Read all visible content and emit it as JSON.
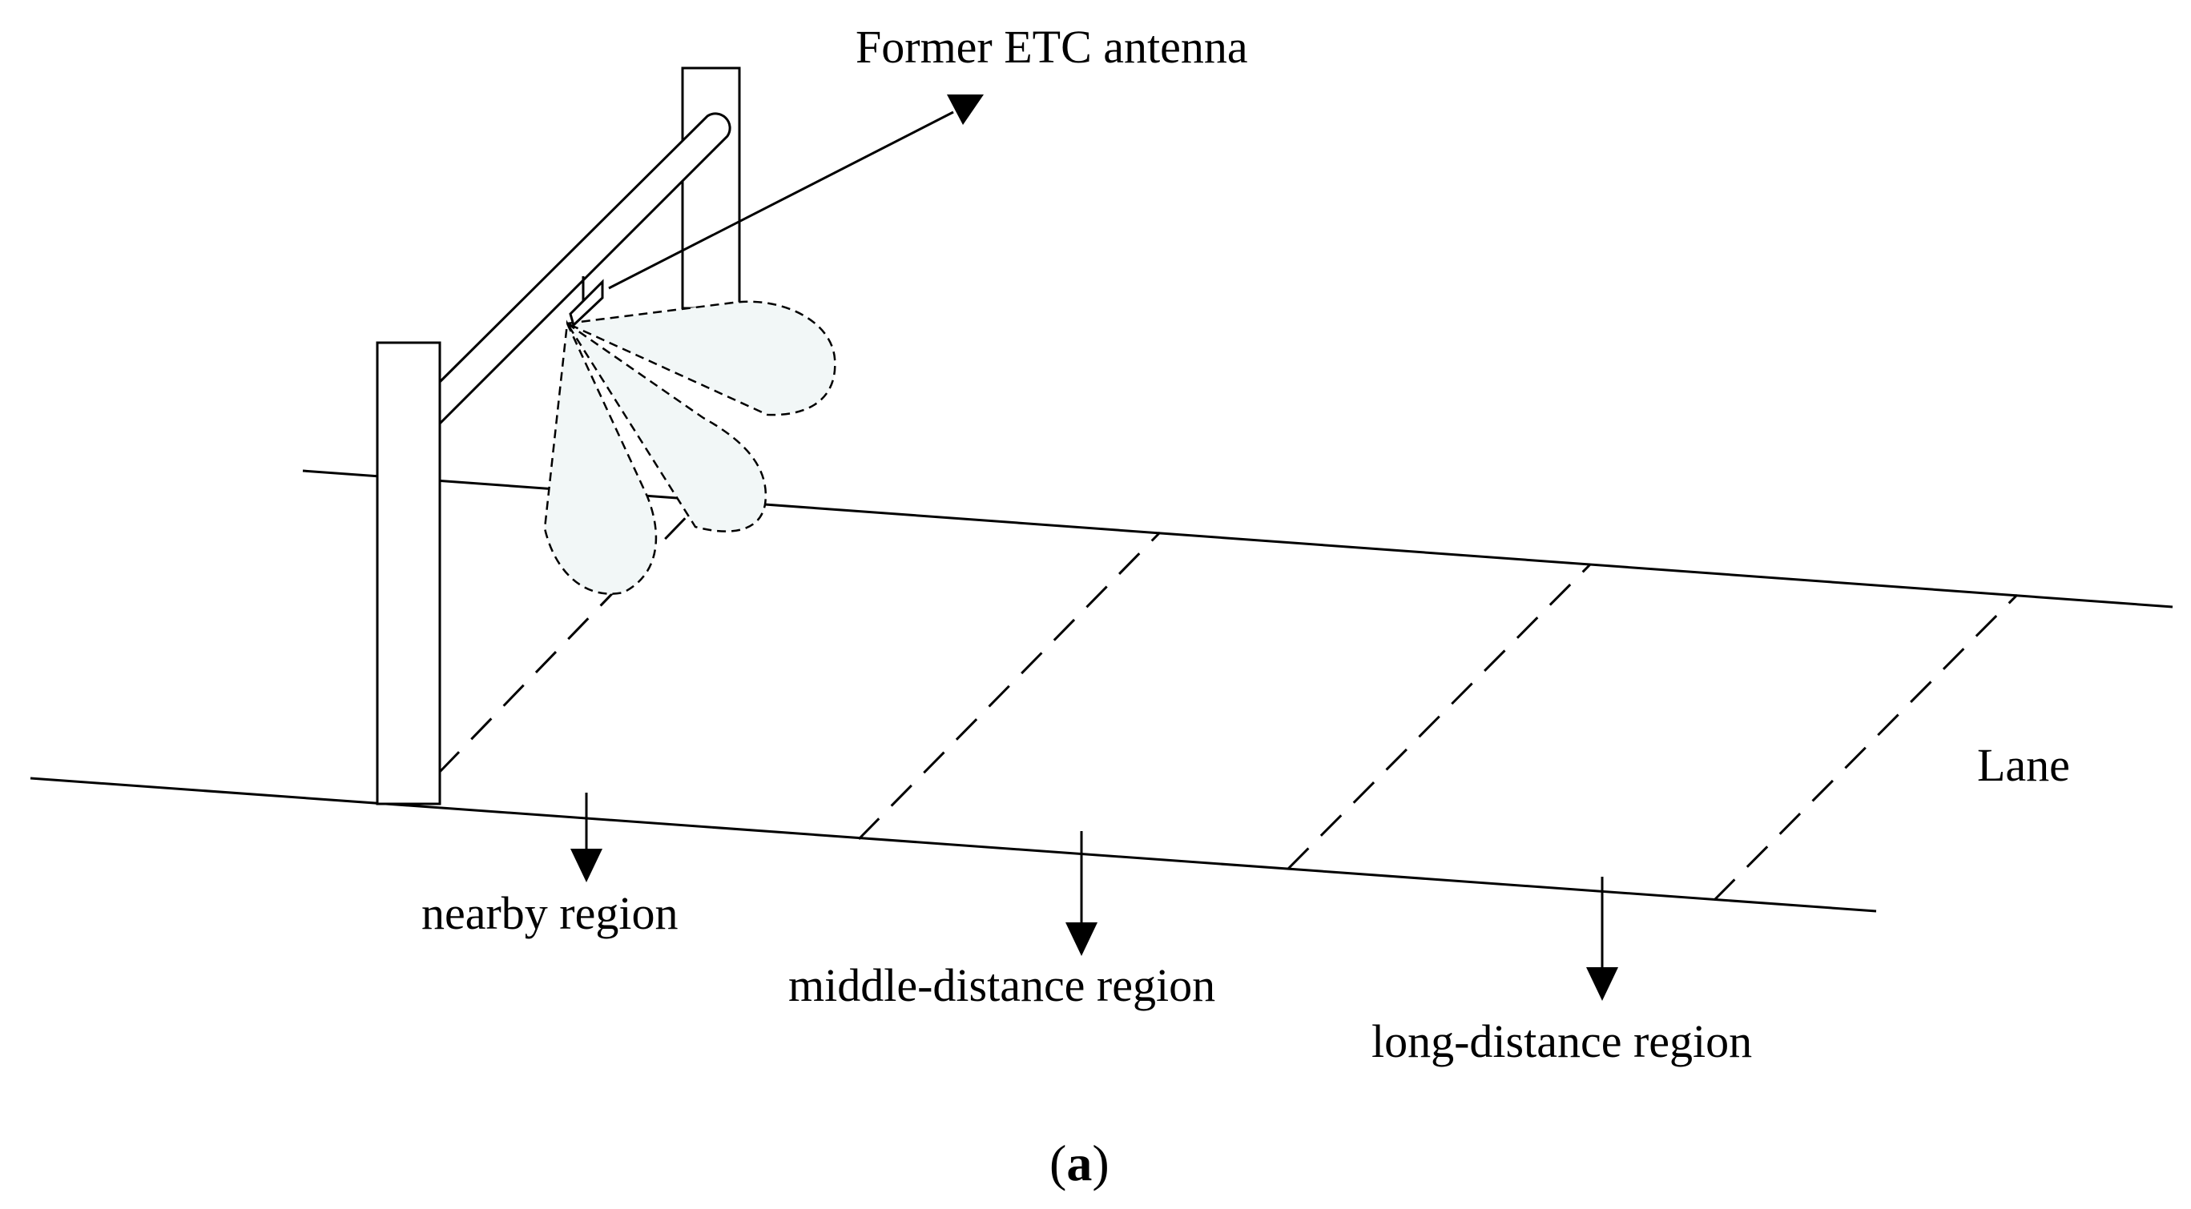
{
  "diagram": {
    "antenna_label": "Former ETC antenna",
    "lane_label": "Lane",
    "region_labels": {
      "nearby": "nearby region",
      "middle": "middle-distance region",
      "long": "long-distance region"
    },
    "panel_open": "(",
    "panel_letter": "a",
    "panel_close": ")"
  },
  "colors": {
    "stroke": "#000000",
    "beam_fill": "#f2f7f7",
    "background": "#ffffff"
  }
}
